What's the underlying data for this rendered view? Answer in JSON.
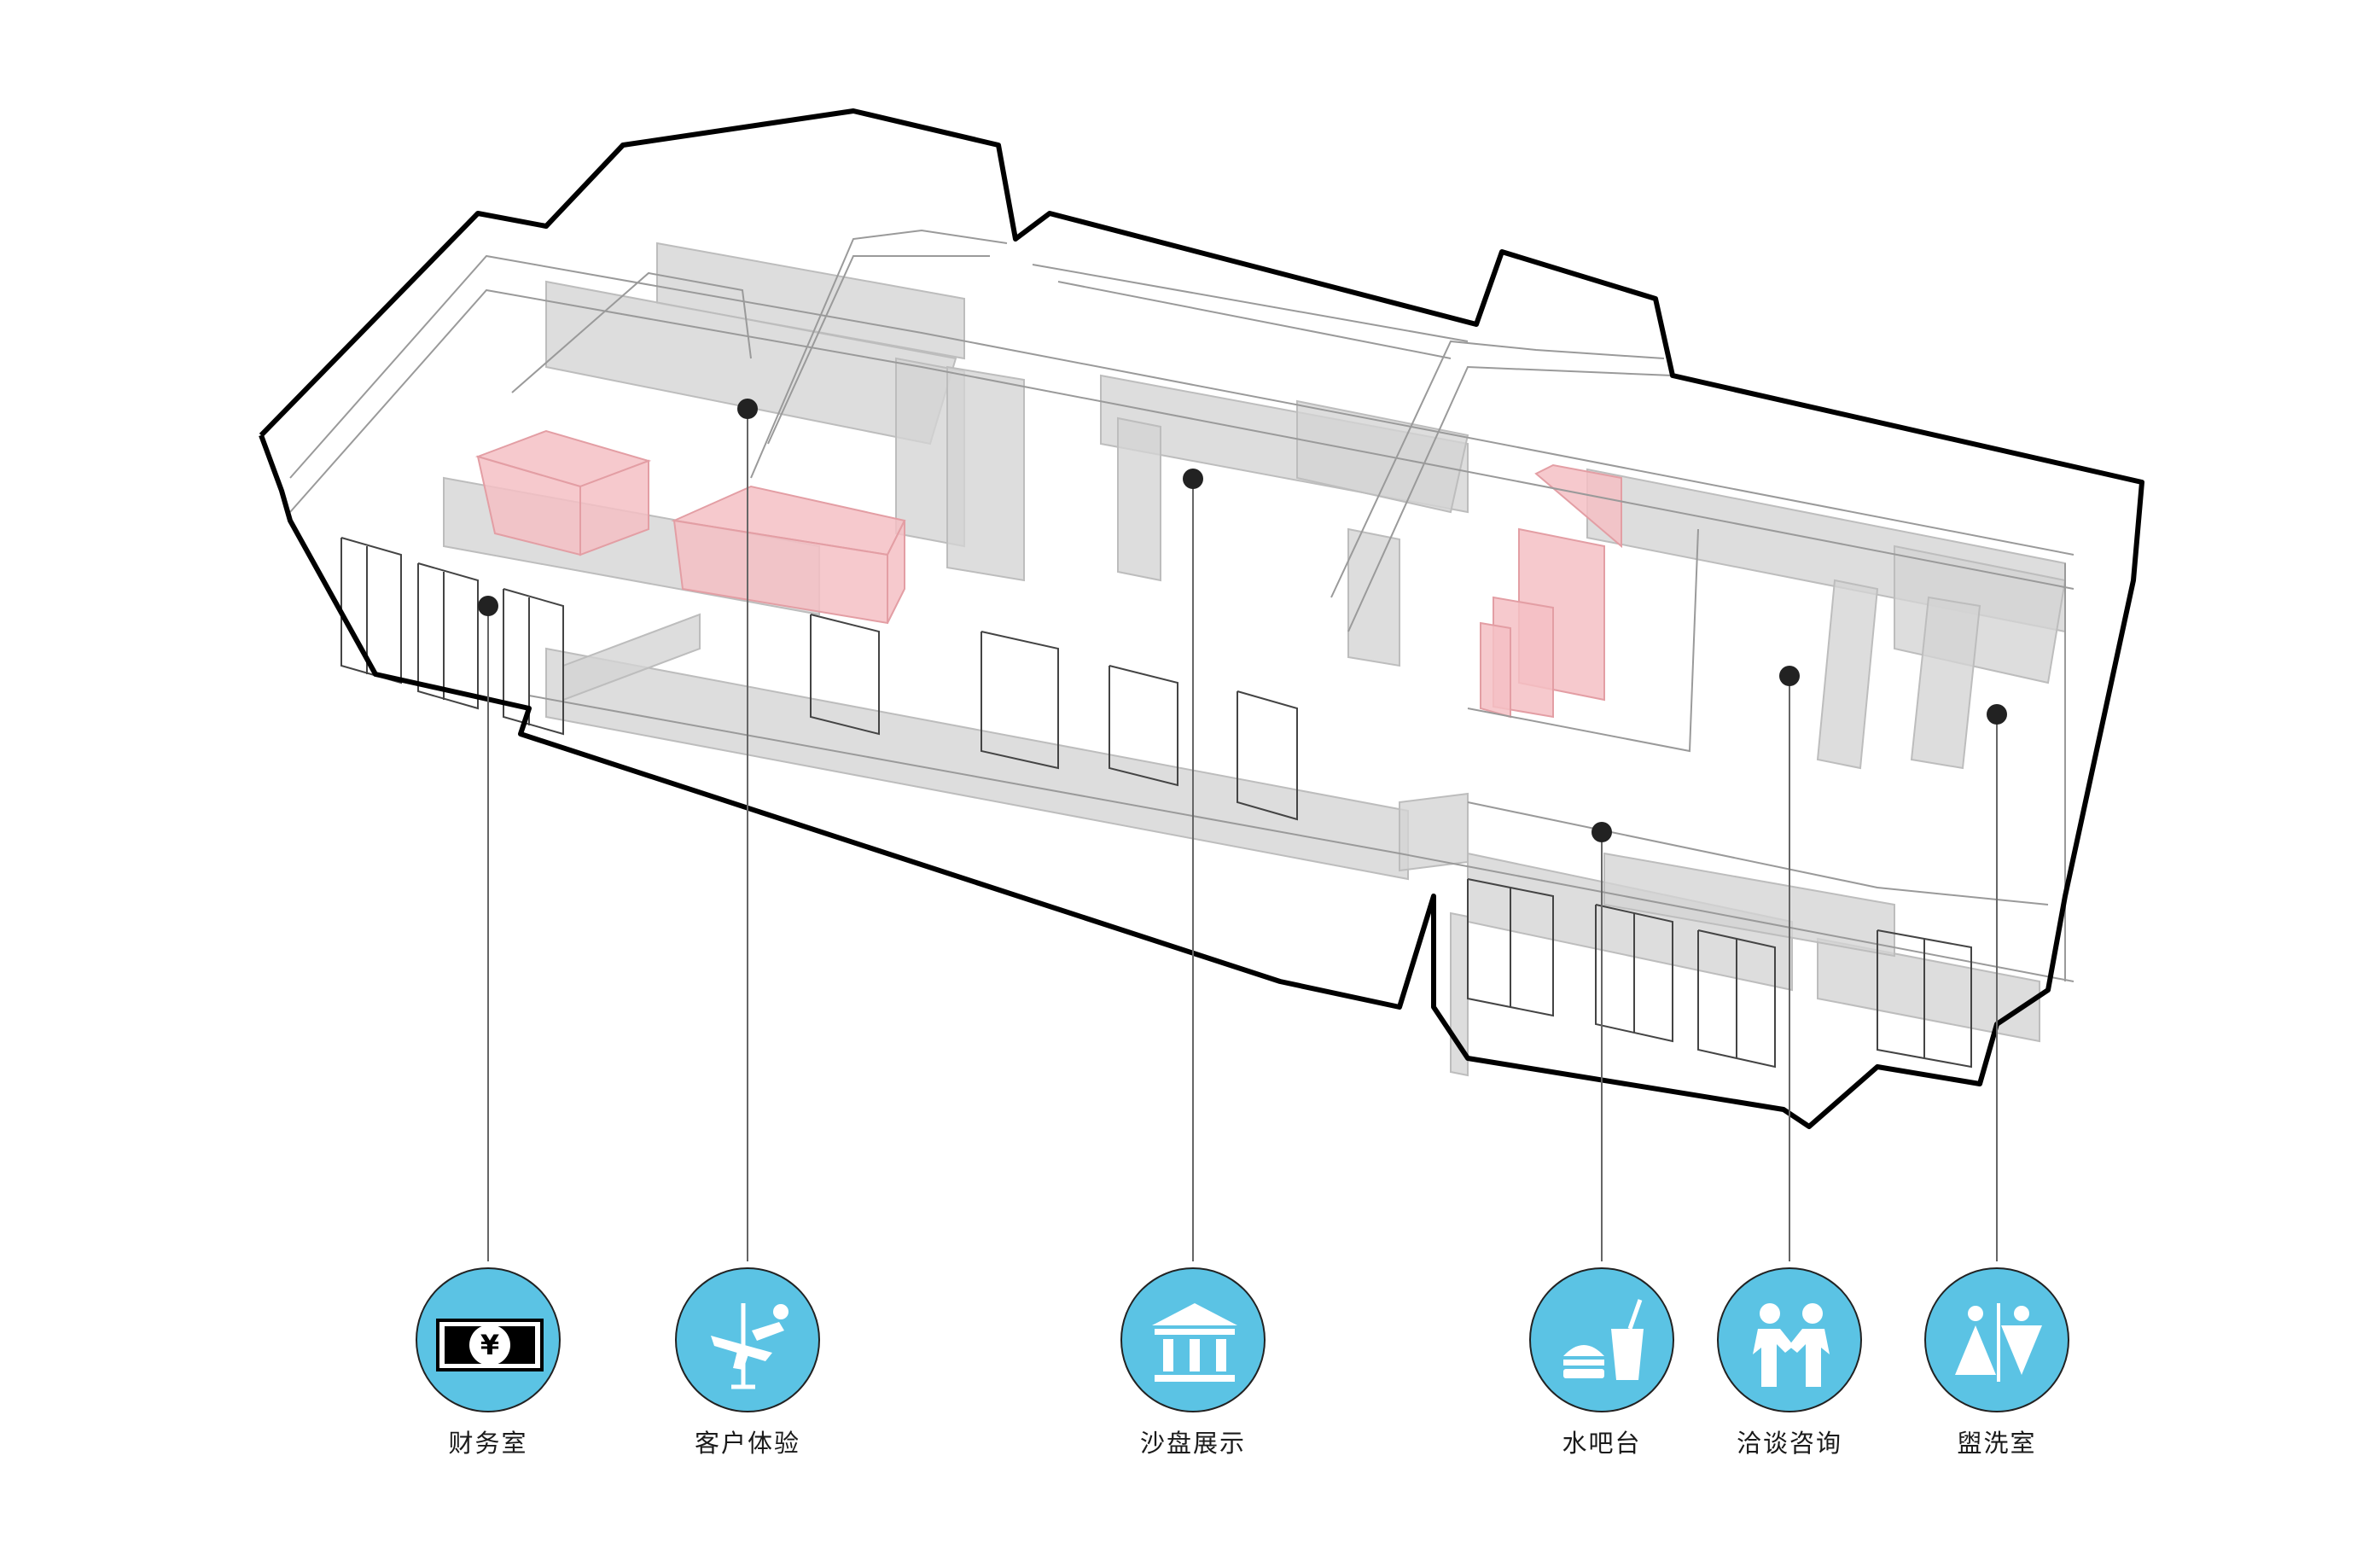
{
  "colors": {
    "badge": "#5bc3e4",
    "outline": "#000000",
    "wall": "#cfcfcf",
    "highlight": "#f6c5c8",
    "leader": "#555555"
  },
  "rooms": [
    {
      "id": "finance",
      "label": "财务室",
      "icon": "yuan-banknote-icon"
    },
    {
      "id": "experience",
      "label": "客户体验",
      "icon": "kick-figure-icon"
    },
    {
      "id": "sandtable",
      "label": "沙盘展示",
      "icon": "bank-building-icon"
    },
    {
      "id": "waterbar",
      "label": "水吧台",
      "icon": "burger-drink-icon"
    },
    {
      "id": "consult",
      "label": "洽谈咨询",
      "icon": "handshake-icon"
    },
    {
      "id": "restroom",
      "label": "盥洗室",
      "icon": "restroom-icon"
    }
  ]
}
